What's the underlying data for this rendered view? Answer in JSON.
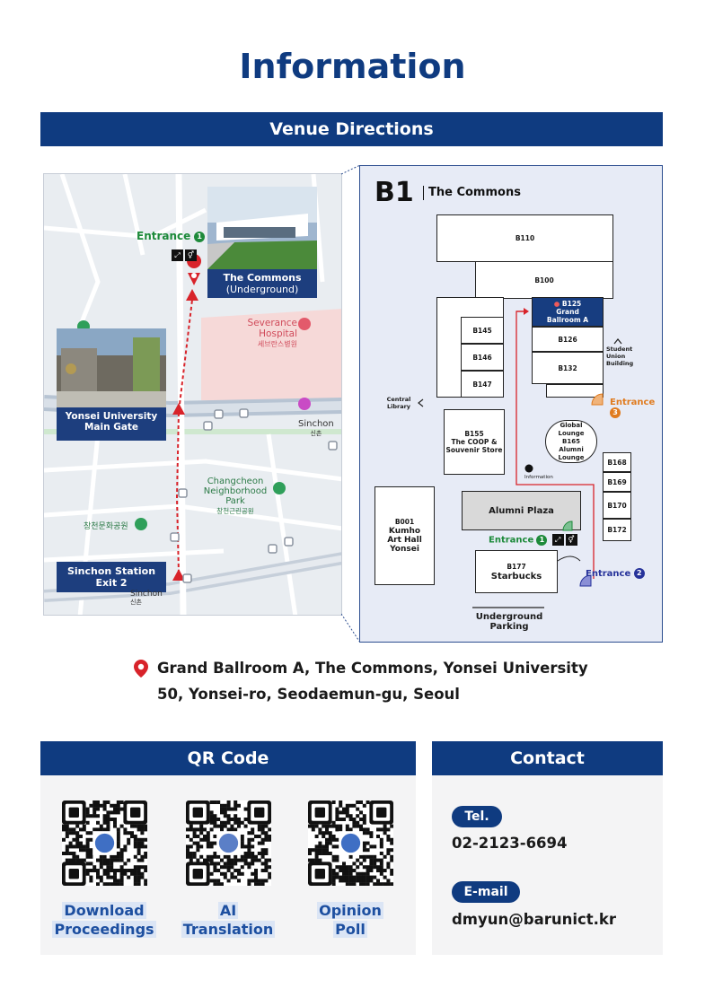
{
  "page": {
    "title": "Information"
  },
  "venue": {
    "heading": "Venue Directions",
    "map": {
      "entrance_label": "Entrance",
      "entrance_num": "1",
      "commons_title": "The Commons",
      "commons_sub": "(Underground)",
      "hospital_en": "Severance Hospital",
      "hospital_ko": "세브란스병원",
      "gate_label": "Yonsei University Main Gate",
      "sinchon_label": "Sinchon",
      "sinchon_ko": "신촌",
      "park_en": "Changcheon Neighborhood Park",
      "park_ko": "창천근린공원",
      "culture_park_ko": "창천문화공원",
      "exit_label": "Sinchon Station Exit 2",
      "sinchon_bottom": "Sinchon",
      "sinchon_bottom_ko": "신촌"
    },
    "floor": {
      "level": "B1",
      "building": "The Commons",
      "rooms": {
        "b110": "B110",
        "b100": "B100",
        "b125": "B125",
        "grand": "Grand Ballroom A",
        "b126": "B126",
        "b132": "B132",
        "b145": "B145",
        "b146": "B146",
        "b147": "B147",
        "b155": "B155",
        "coop": "The COOP & Souvenir Store",
        "lounge_a": "Global Lounge",
        "b165": "B165",
        "lounge_b": "Alumni Lounge",
        "b168": "B168",
        "b169": "B169",
        "b170": "B170",
        "b172": "B172",
        "b001": "B001",
        "kumho": "Kumho Art Hall Yonsei",
        "alumni_plaza": "Alumni Plaza",
        "b177": "B177",
        "starbucks": "Starbucks"
      },
      "student_union": "Student Union Building",
      "central_library": "Central Library",
      "information": "Information",
      "entrance_label": "Entrance",
      "entrance1": "1",
      "entrance2": "2",
      "entrance3": "3",
      "parking": "Underground Parking"
    }
  },
  "address": {
    "line1": "Grand Ballroom A, The Commons, Yonsei University",
    "line2": "50, Yonsei-ro, Seodaemun-gu, Seoul"
  },
  "qr": {
    "heading": "QR Code",
    "items": [
      {
        "label1": "Download",
        "label2": "Proceedings",
        "icon": "bulb-icon"
      },
      {
        "label1": "AI",
        "label2": "Translation",
        "icon": "robot-icon"
      },
      {
        "label1": "Opinion",
        "label2": "Poll",
        "icon": "chat-icon"
      }
    ]
  },
  "contact": {
    "heading": "Contact",
    "tel_label": "Tel.",
    "tel_value": "02-2123-6694",
    "email_label": "E-mail",
    "email_value": "dmyun@barunict.kr"
  },
  "colors": {
    "primary": "#0f3b80",
    "entrance_green": "#1d8a3a",
    "entrance_orange": "#e07b1f",
    "entrance_blue": "#26329a",
    "route_red": "#d8232a"
  }
}
